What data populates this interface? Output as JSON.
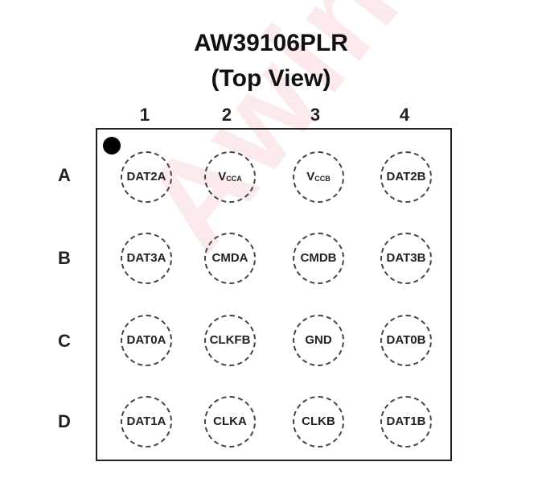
{
  "watermark": "Awinic",
  "title": "AW39106PLR",
  "subtitle": "(Top View)",
  "columns": [
    "1",
    "2",
    "3",
    "4"
  ],
  "rows": [
    "A",
    "B",
    "C",
    "D"
  ],
  "pins": {
    "A1": "DAT2A",
    "A2": {
      "main": "V",
      "sub": "CCA"
    },
    "A3": {
      "main": "V",
      "sub": "CCB"
    },
    "A4": "DAT2B",
    "B1": "DAT3A",
    "B2": "CMDA",
    "B3": "CMDB",
    "B4": "DAT3B",
    "C1": "DAT0A",
    "C2": "CLKFB",
    "C3": "GND",
    "C4": "DAT0B",
    "D1": "DAT1A",
    "D2": "CLKA",
    "D3": "CLKB",
    "D4": "DAT1B"
  }
}
